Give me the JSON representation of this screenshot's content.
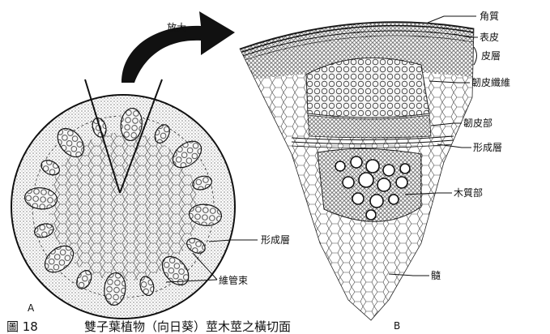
{
  "arrow_label": "放大",
  "panel_a": {
    "letter": "A",
    "labels": {
      "cambium": "形成層",
      "vascular_bundle": "維管束"
    }
  },
  "panel_b": {
    "letter": "B",
    "labels": {
      "cuticle": "角質",
      "epidermis": "表皮",
      "cortex": "皮層",
      "phloem_fiber": "韌皮纖維",
      "phloem": "韌皮部",
      "cambium": "形成層",
      "xylem": "木質部",
      "pith": "髓"
    }
  },
  "caption": {
    "prefix": "圖 18",
    "text": "雙子葉植物（向日葵）莖木莖之橫切面"
  }
}
